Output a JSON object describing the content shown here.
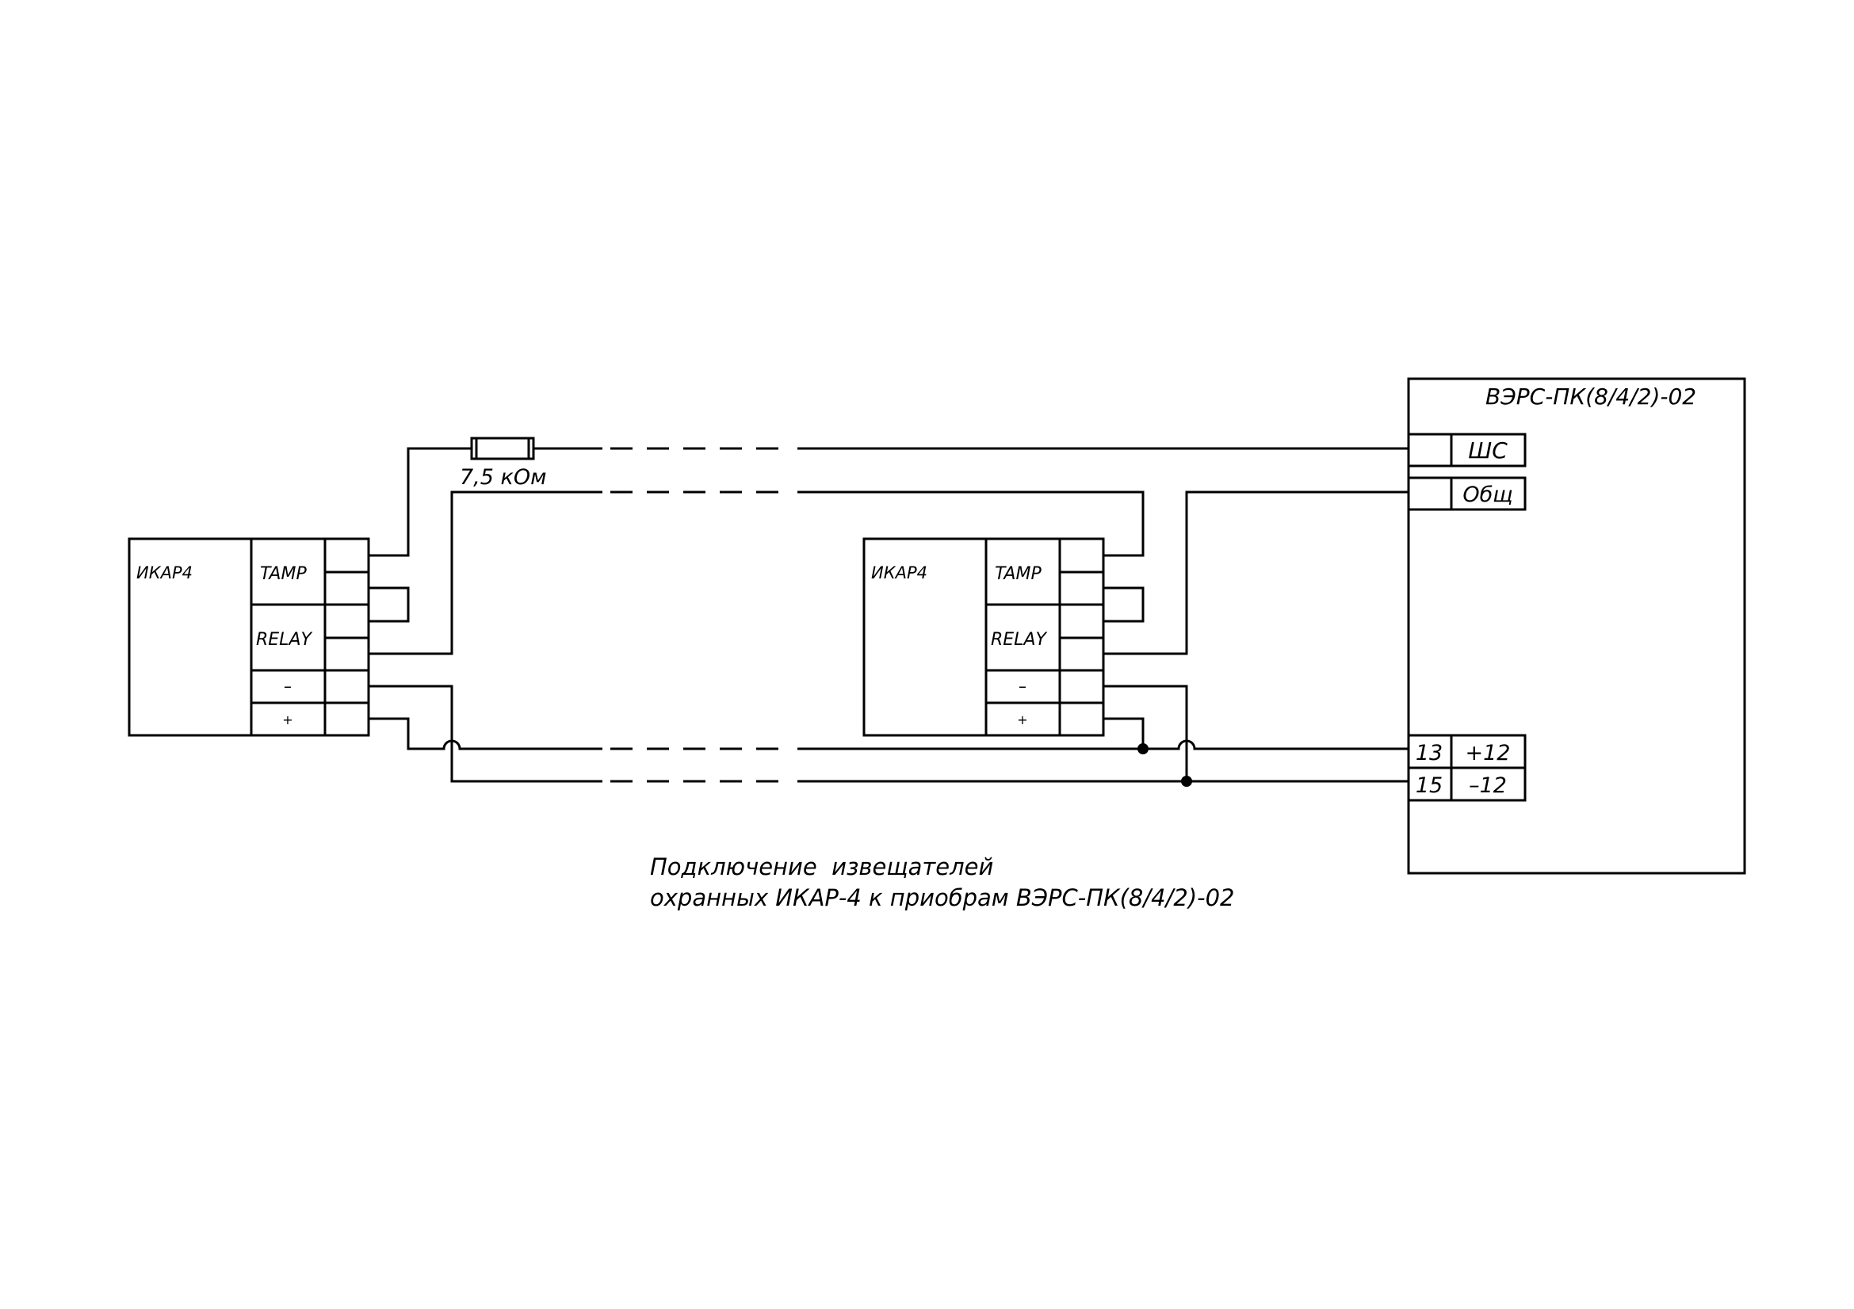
{
  "detectors": [
    {
      "name": "ИКАР4",
      "tamper": "TAMP",
      "relay": "RELAY",
      "minus": "–",
      "plus": "+"
    },
    {
      "name": "ИКАР4",
      "tamper": "TAMP",
      "relay": "RELAY",
      "minus": "–",
      "plus": "+"
    }
  ],
  "panel": {
    "title": "ВЭРС-ПК(8/4/2)-02",
    "shs": "ШС",
    "common": "Общ",
    "pin13": "13",
    "pin13_label": "+12",
    "pin15": "15",
    "pin15_label": "–12"
  },
  "resistor": {
    "value": "7,5 кОм"
  },
  "caption": {
    "line1": "Подключение  извещателей",
    "line2": "охранных ИКАР-4 к приобрам ВЭРС-ПК(8/4/2)-02"
  }
}
